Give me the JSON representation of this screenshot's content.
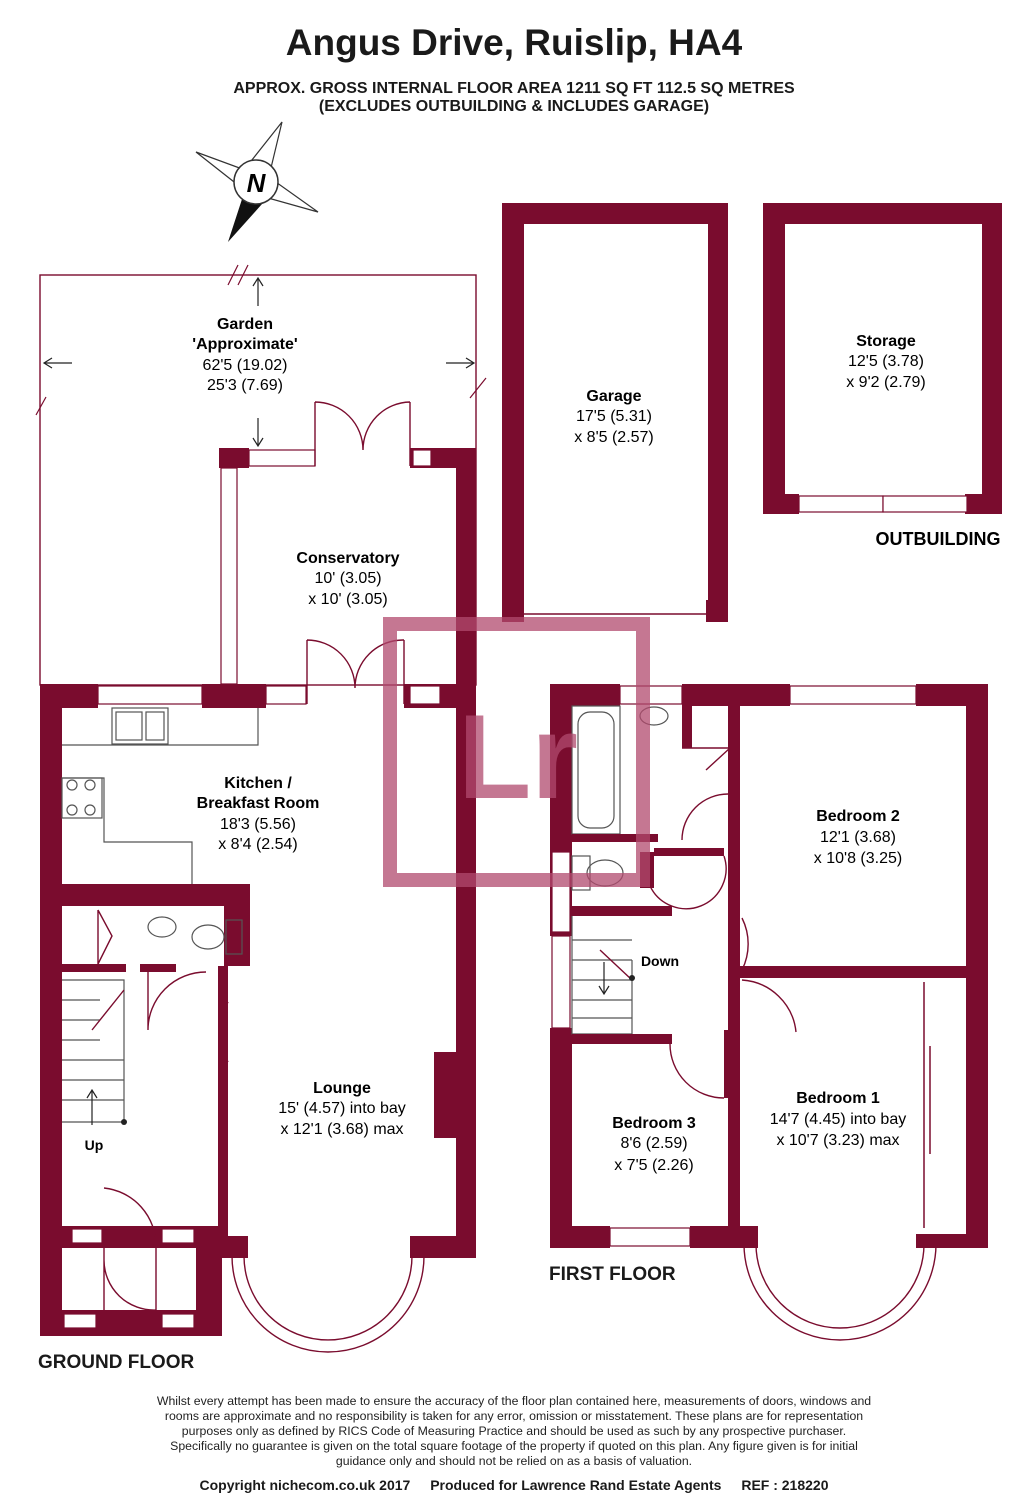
{
  "header": {
    "title": "Angus Drive, Ruislip, HA4",
    "area_line": "APPROX. GROSS INTERNAL FLOOR AREA 1211 SQ FT 112.5 SQ METRES",
    "excludes_line": "(EXCLUDES OUTBUILDING & INCLUDES GARAGE)"
  },
  "compass": {
    "letter": "N",
    "icon": "north-compass-icon"
  },
  "watermark": {
    "text": "Lr",
    "icon": "lawrence-rand-logo"
  },
  "colors": {
    "wall": "#7a0c2e",
    "watermark": "#b14a6e"
  },
  "rooms": {
    "garden": {
      "name": "Garden",
      "name2": "'Approximate'",
      "dim1": "62'5 (19.02)",
      "dim2": "25'3 (7.69)"
    },
    "garage": {
      "name": "Garage",
      "dim1": "17'5 (5.31)",
      "dim2": "x 8'5 (2.57)"
    },
    "storage": {
      "name": "Storage",
      "dim1": "12'5 (3.78)",
      "dim2": "x 9'2 (2.79)"
    },
    "conservatory": {
      "name": "Conservatory",
      "dim1": "10' (3.05)",
      "dim2": "x 10' (3.05)"
    },
    "kitchen": {
      "name": "Kitchen /",
      "name2": "Breakfast Room",
      "dim1": "18'3 (5.56)",
      "dim2": "x 8'4 (2.54)"
    },
    "lounge": {
      "name": "Lounge",
      "dim1": "15' (4.57) into bay",
      "dim2": "x 12'1 (3.68) max"
    },
    "bedroom2": {
      "name": "Bedroom 2",
      "dim1": "12'1 (3.68)",
      "dim2": "x 10'8 (3.25)"
    },
    "bedroom1": {
      "name": "Bedroom 1",
      "dim1": "14'7 (4.45) into bay",
      "dim2": "x 10'7 (3.23) max"
    },
    "bedroom3": {
      "name": "Bedroom 3",
      "dim1": "8'6 (2.59)",
      "dim2": "x 7'5 (2.26)"
    }
  },
  "labels": {
    "outbuilding": "OUTBUILDING",
    "ground_floor": "GROUND FLOOR",
    "first_floor": "FIRST FLOOR",
    "up": "Up",
    "down": "Down"
  },
  "disclaimer": {
    "line1": "Whilst every attempt has been made to ensure the accuracy of the floor plan contained here, measurements of doors, windows and",
    "line2": "rooms are approximate and no responsibility is taken for any error, omission or misstatement. These plans are for representation",
    "line3": "purposes only as defined by RICS Code of Measuring Practice and should be used as such by any prospective purchaser.",
    "line4": "Specifically no guarantee is given on the total square footage of the property if quoted on this plan. Any figure given is for initial",
    "line5": "guidance only and should not be relied on as a basis of valuation."
  },
  "footer": {
    "copyright": "Copyright nichecom.co.uk 2017",
    "produced": "Produced for Lawrence Rand Estate Agents",
    "ref": "REF : 218220"
  }
}
